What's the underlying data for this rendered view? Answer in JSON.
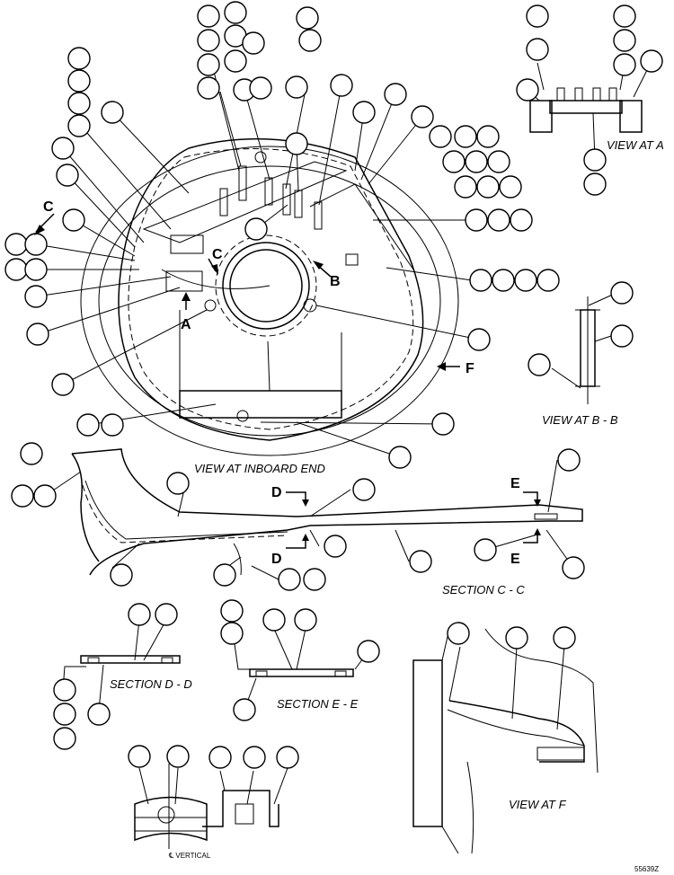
{
  "labels": {
    "view_inboard": "VIEW AT INBOARD END",
    "view_a": "VIEW AT A",
    "view_bb": "VIEW AT B - B",
    "section_cc": "SECTION C - C",
    "section_dd": "SECTION D - D",
    "section_ee": "SECTION E - E",
    "view_f": "VIEW AT F",
    "vertical": "℄ VERTICAL",
    "figure_number": "55639Z"
  },
  "markers": {
    "a": "A",
    "b": "B",
    "c": "C",
    "d": "D",
    "e": "E",
    "f": "F"
  }
}
